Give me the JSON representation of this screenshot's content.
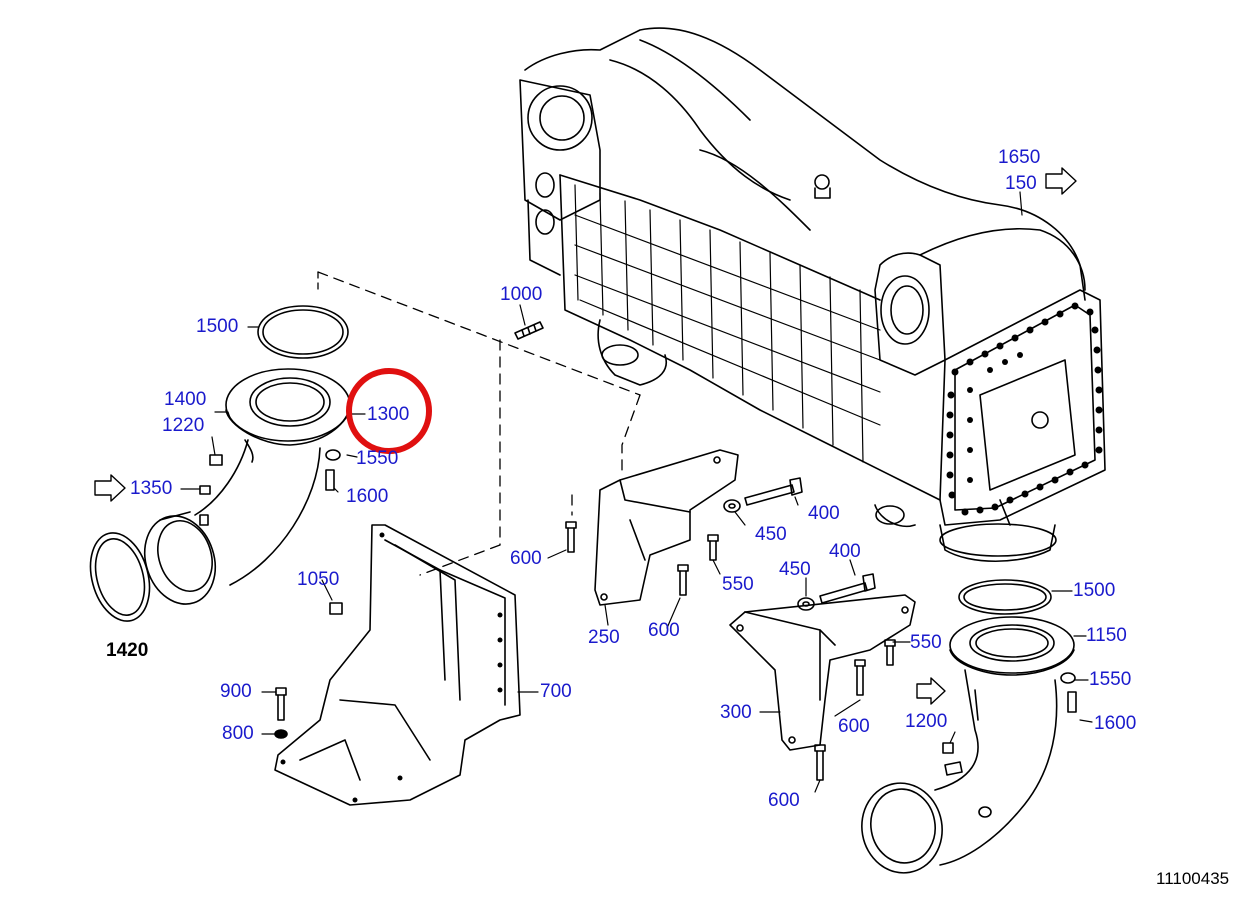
{
  "diagram": {
    "callouts": [
      {
        "id": "1650",
        "text": "1650"
      },
      {
        "id": "150",
        "text": "150"
      },
      {
        "id": "1000",
        "text": "1000"
      },
      {
        "id": "1500a",
        "text": "1500"
      },
      {
        "id": "1400",
        "text": "1400"
      },
      {
        "id": "1300",
        "text": "1300"
      },
      {
        "id": "1220",
        "text": "1220"
      },
      {
        "id": "1550a",
        "text": "1550"
      },
      {
        "id": "1350",
        "text": "1350"
      },
      {
        "id": "1600a",
        "text": "1600"
      },
      {
        "id": "1420",
        "text": "1420"
      },
      {
        "id": "1050",
        "text": "1050"
      },
      {
        "id": "900",
        "text": "900"
      },
      {
        "id": "800",
        "text": "800"
      },
      {
        "id": "700",
        "text": "700"
      },
      {
        "id": "600a",
        "text": "600"
      },
      {
        "id": "250",
        "text": "250"
      },
      {
        "id": "600b",
        "text": "600"
      },
      {
        "id": "550a",
        "text": "550"
      },
      {
        "id": "450a",
        "text": "450"
      },
      {
        "id": "400a",
        "text": "400"
      },
      {
        "id": "400b",
        "text": "400"
      },
      {
        "id": "450b",
        "text": "450"
      },
      {
        "id": "1500b",
        "text": "1500"
      },
      {
        "id": "1150",
        "text": "1150"
      },
      {
        "id": "550b",
        "text": "550"
      },
      {
        "id": "1550b",
        "text": "1550"
      },
      {
        "id": "1200",
        "text": "1200"
      },
      {
        "id": "1600b",
        "text": "1600"
      },
      {
        "id": "300",
        "text": "300"
      },
      {
        "id": "600c",
        "text": "600"
      },
      {
        "id": "600d",
        "text": "600"
      }
    ],
    "document_number": "11100435",
    "highlight_color": "#e01010",
    "label_color": "#1a1acc"
  }
}
